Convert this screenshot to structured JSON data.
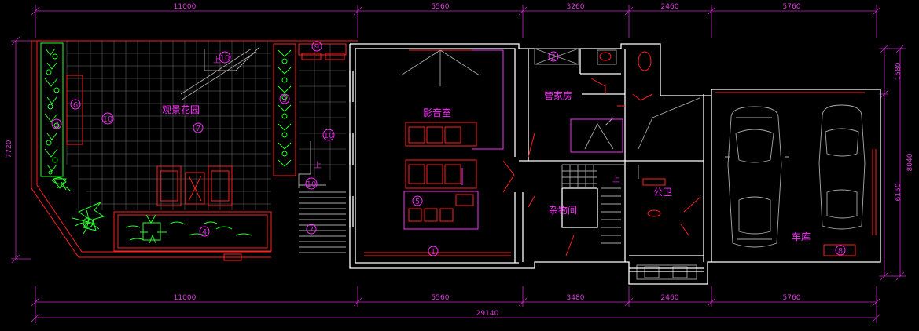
{
  "rooms": {
    "garden": "观景花园",
    "cinema": "影音室",
    "butler": "管家房",
    "storage": "杂物间",
    "toilet": "公卫",
    "garage": "车库"
  },
  "dims": {
    "top": [
      "11000",
      "5560",
      "3260",
      "2460",
      "5760"
    ],
    "bottom": [
      "11000",
      "5560",
      "3480",
      "2460",
      "5760"
    ],
    "total": "29140",
    "left": "7720",
    "right": [
      "1580",
      "8040",
      "6150"
    ]
  },
  "tags": {
    "t1": "1",
    "t2": "2",
    "t3": "3",
    "t4": "4",
    "t5": "5",
    "t6": "6",
    "t7": "7",
    "t8": "8",
    "t9": "9",
    "t10": "10",
    "up": "上"
  },
  "colors": {
    "background": "#000000",
    "wall": "#ffffff",
    "door": "#ff2020",
    "dimension": "#c828c8",
    "label": "#ff2bff",
    "planting": "#28ff28"
  }
}
